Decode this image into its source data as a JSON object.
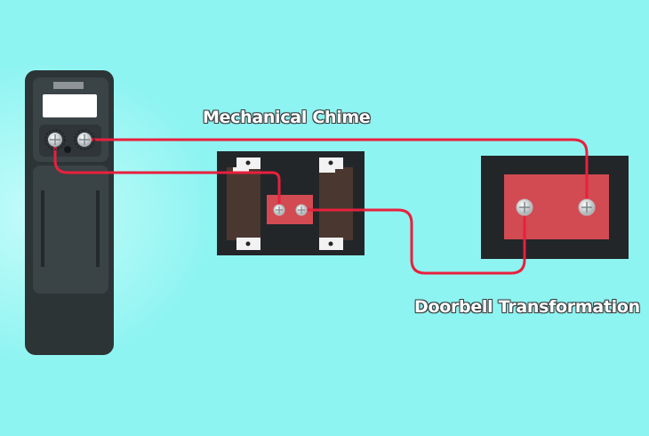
{
  "labels": {
    "chime": "Mechanical Chime",
    "transformer": "Doorbell Transformation"
  },
  "colors": {
    "background": "#8ef4f1",
    "device_body": "#2d3436",
    "chime_panel": "#222629",
    "terminal_block": "#d24a52",
    "wire": "#e8203d"
  },
  "icons": [
    "doorbell-button-icon",
    "screw-terminal-icon",
    "wire"
  ]
}
